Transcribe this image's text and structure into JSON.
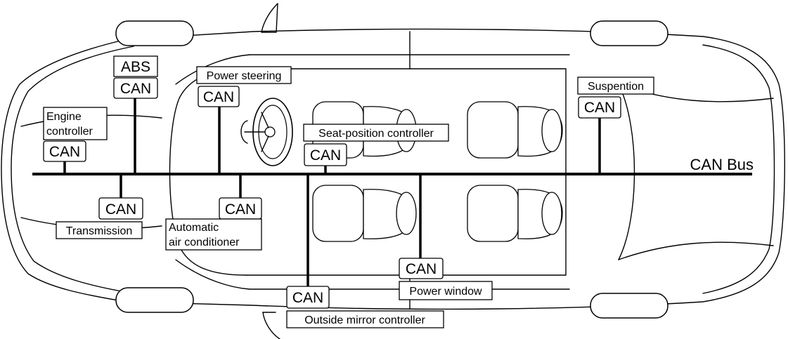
{
  "bus_label": "CAN Bus",
  "can_text": "CAN",
  "nodes": {
    "abs": {
      "label": "ABS",
      "can": "CAN"
    },
    "power_steering": {
      "label": "Power steering",
      "can": "CAN"
    },
    "engine": {
      "line1": "Engine",
      "line2": "controller",
      "can": "CAN"
    },
    "seat_position": {
      "label": "Seat-position controller",
      "can": "CAN"
    },
    "suspension": {
      "label": "Suspention",
      "can": "CAN"
    },
    "transmission": {
      "label": "Transmission",
      "can": "CAN"
    },
    "air_conditioner": {
      "line1": "Automatic",
      "line2": "air conditioner",
      "can": "CAN"
    },
    "outside_mirror": {
      "label": "Outside mirror controller",
      "can": "CAN"
    },
    "power_window": {
      "label": "Power window",
      "can": "CAN"
    }
  }
}
